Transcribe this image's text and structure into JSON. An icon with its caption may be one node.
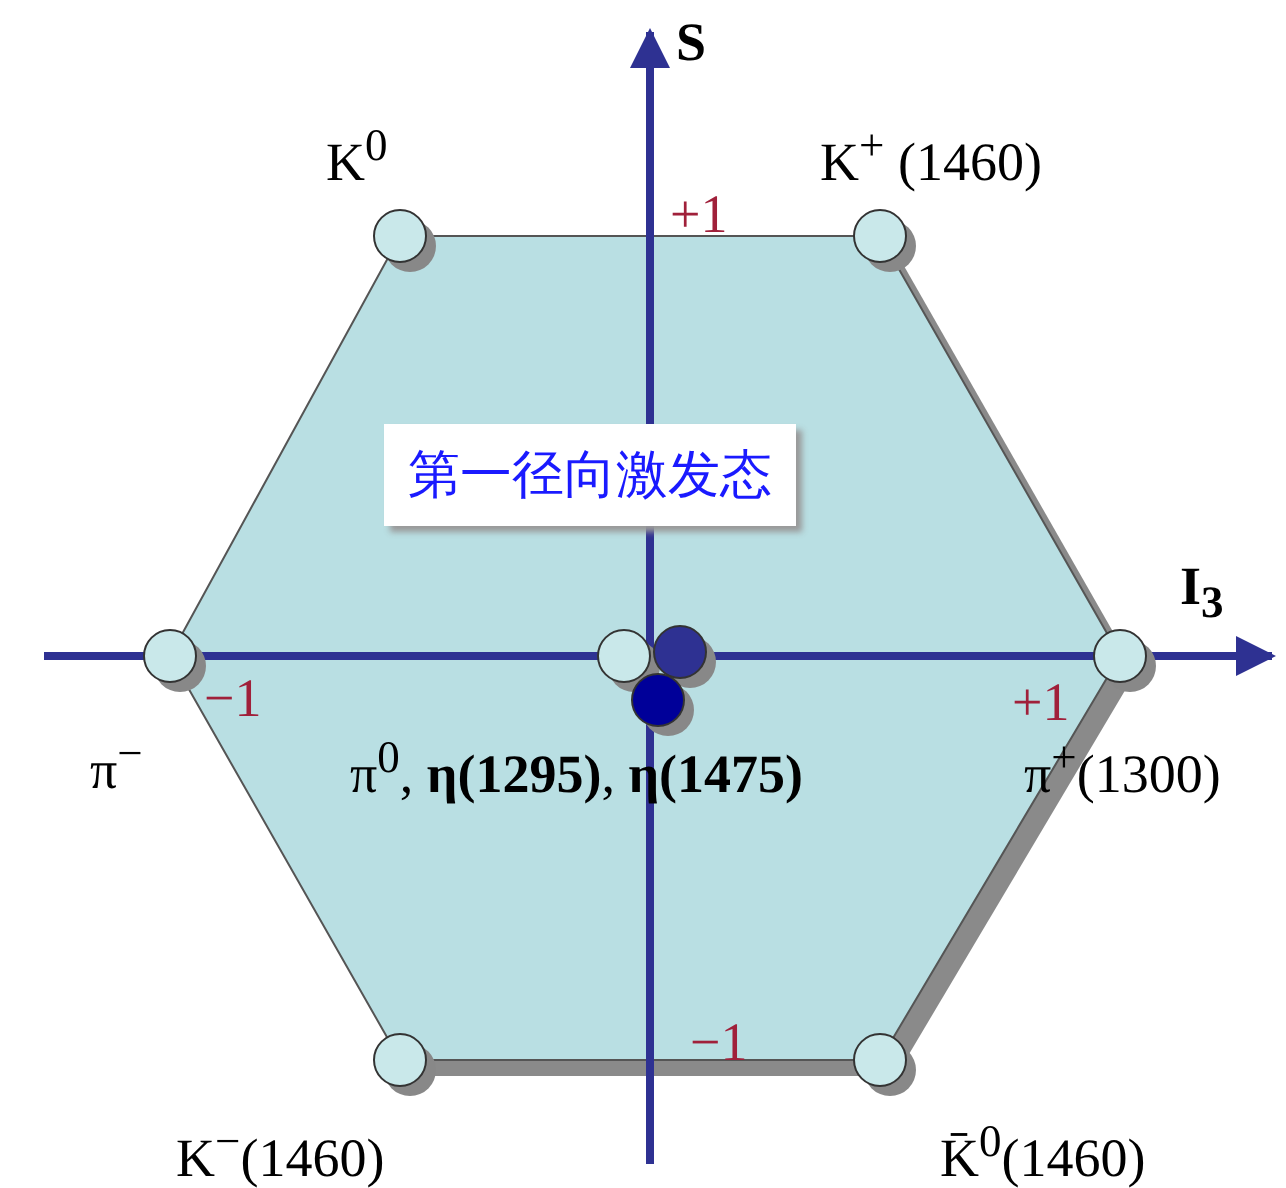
{
  "diagram": {
    "nodes": [
      {
        "text": [
          "第一径向激发态"
        ]
      }
    ],
    "labels": [
      "S",
      "+1",
      "K$^{0}$",
      "K$^{+}$ (1460)",
      "I$_{3}$",
      "−1",
      "π$^{−}$",
      "π$^{0}$, **η(1295)**, **η(1475)**",
      "+1",
      "π$^{+}$(1300)",
      "−1",
      "K$^{−}$(1460)",
      "K̄$^{0}$(1460)"
    ]
  }
}
